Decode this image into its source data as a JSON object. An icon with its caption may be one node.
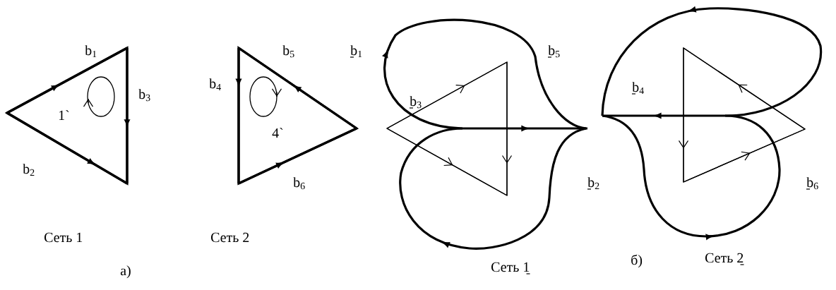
{
  "diagram": {
    "labels": [
      "b$_{1}$",
      "b$_{3}$",
      "1`",
      "b$_{2}$",
      "b$_{4}$",
      "b$_{5}$",
      "4`",
      "b$_{6}$",
      "Сеть 1",
      "Сеть 2",
      "а)",
      "b$_{1}$",
      "b$_{5}$",
      "b$_{3}$",
      "b$_{2}$",
      "b$_{4}$",
      "b$_{6}$",
      "Сеть 1",
      "б)",
      "Сеть 2"
    ]
  }
}
